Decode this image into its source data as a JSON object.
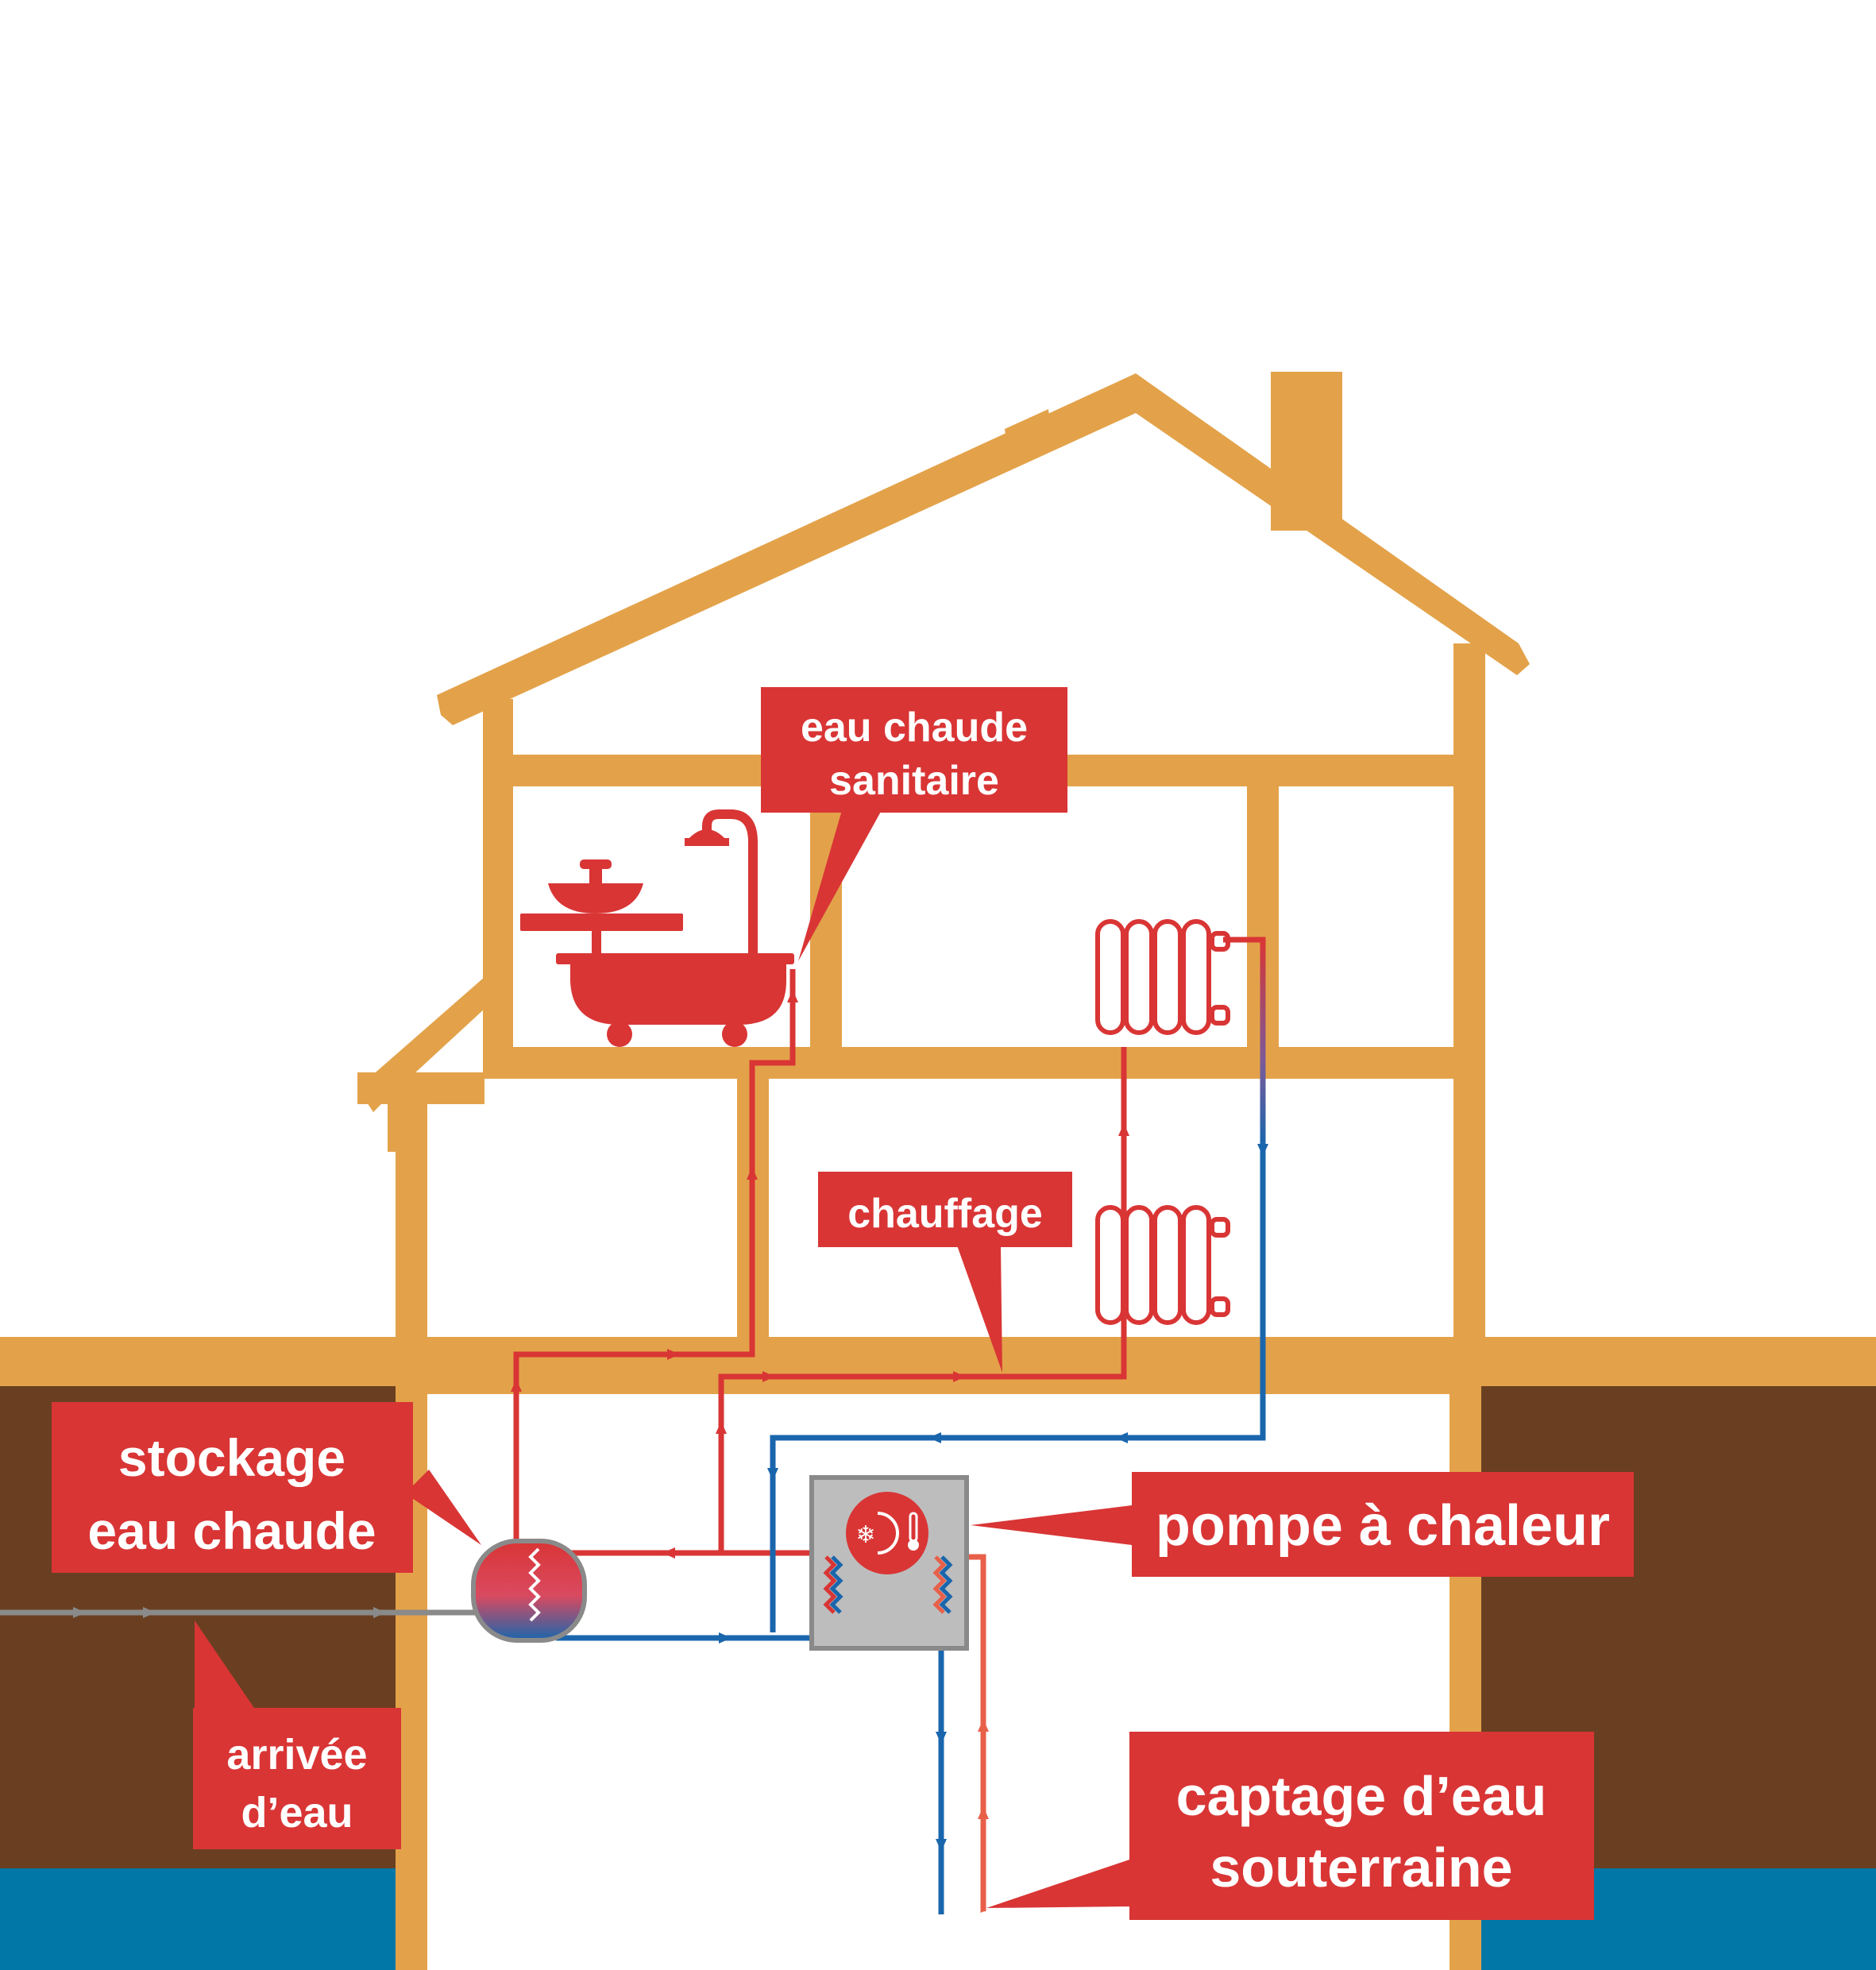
{
  "labels": {
    "eau_chaude_sanitaire": [
      "eau chaude",
      "sanitaire"
    ],
    "chauffage": [
      "chauffage"
    ],
    "stockage": [
      "stockage",
      "eau chaude"
    ],
    "pompe": [
      "pompe à chaleur"
    ],
    "arrivee": [
      "arrivée",
      "d’eau"
    ],
    "captage": [
      "captage d’eau",
      "souterraine"
    ]
  },
  "colors": {
    "house": "#E3A24A",
    "soil": "#6A3F21",
    "water": "#0077A6",
    "hot": "#D93535",
    "cold": "#1A66AD",
    "supply": "#8A8A8A",
    "label_bg": "#D93535",
    "pump_box": "#BDBDBD"
  },
  "icons": [
    "bathtub-icon",
    "shower-icon",
    "sink-icon",
    "radiator-icon",
    "heat-pump-icon",
    "water-waves-icon"
  ]
}
